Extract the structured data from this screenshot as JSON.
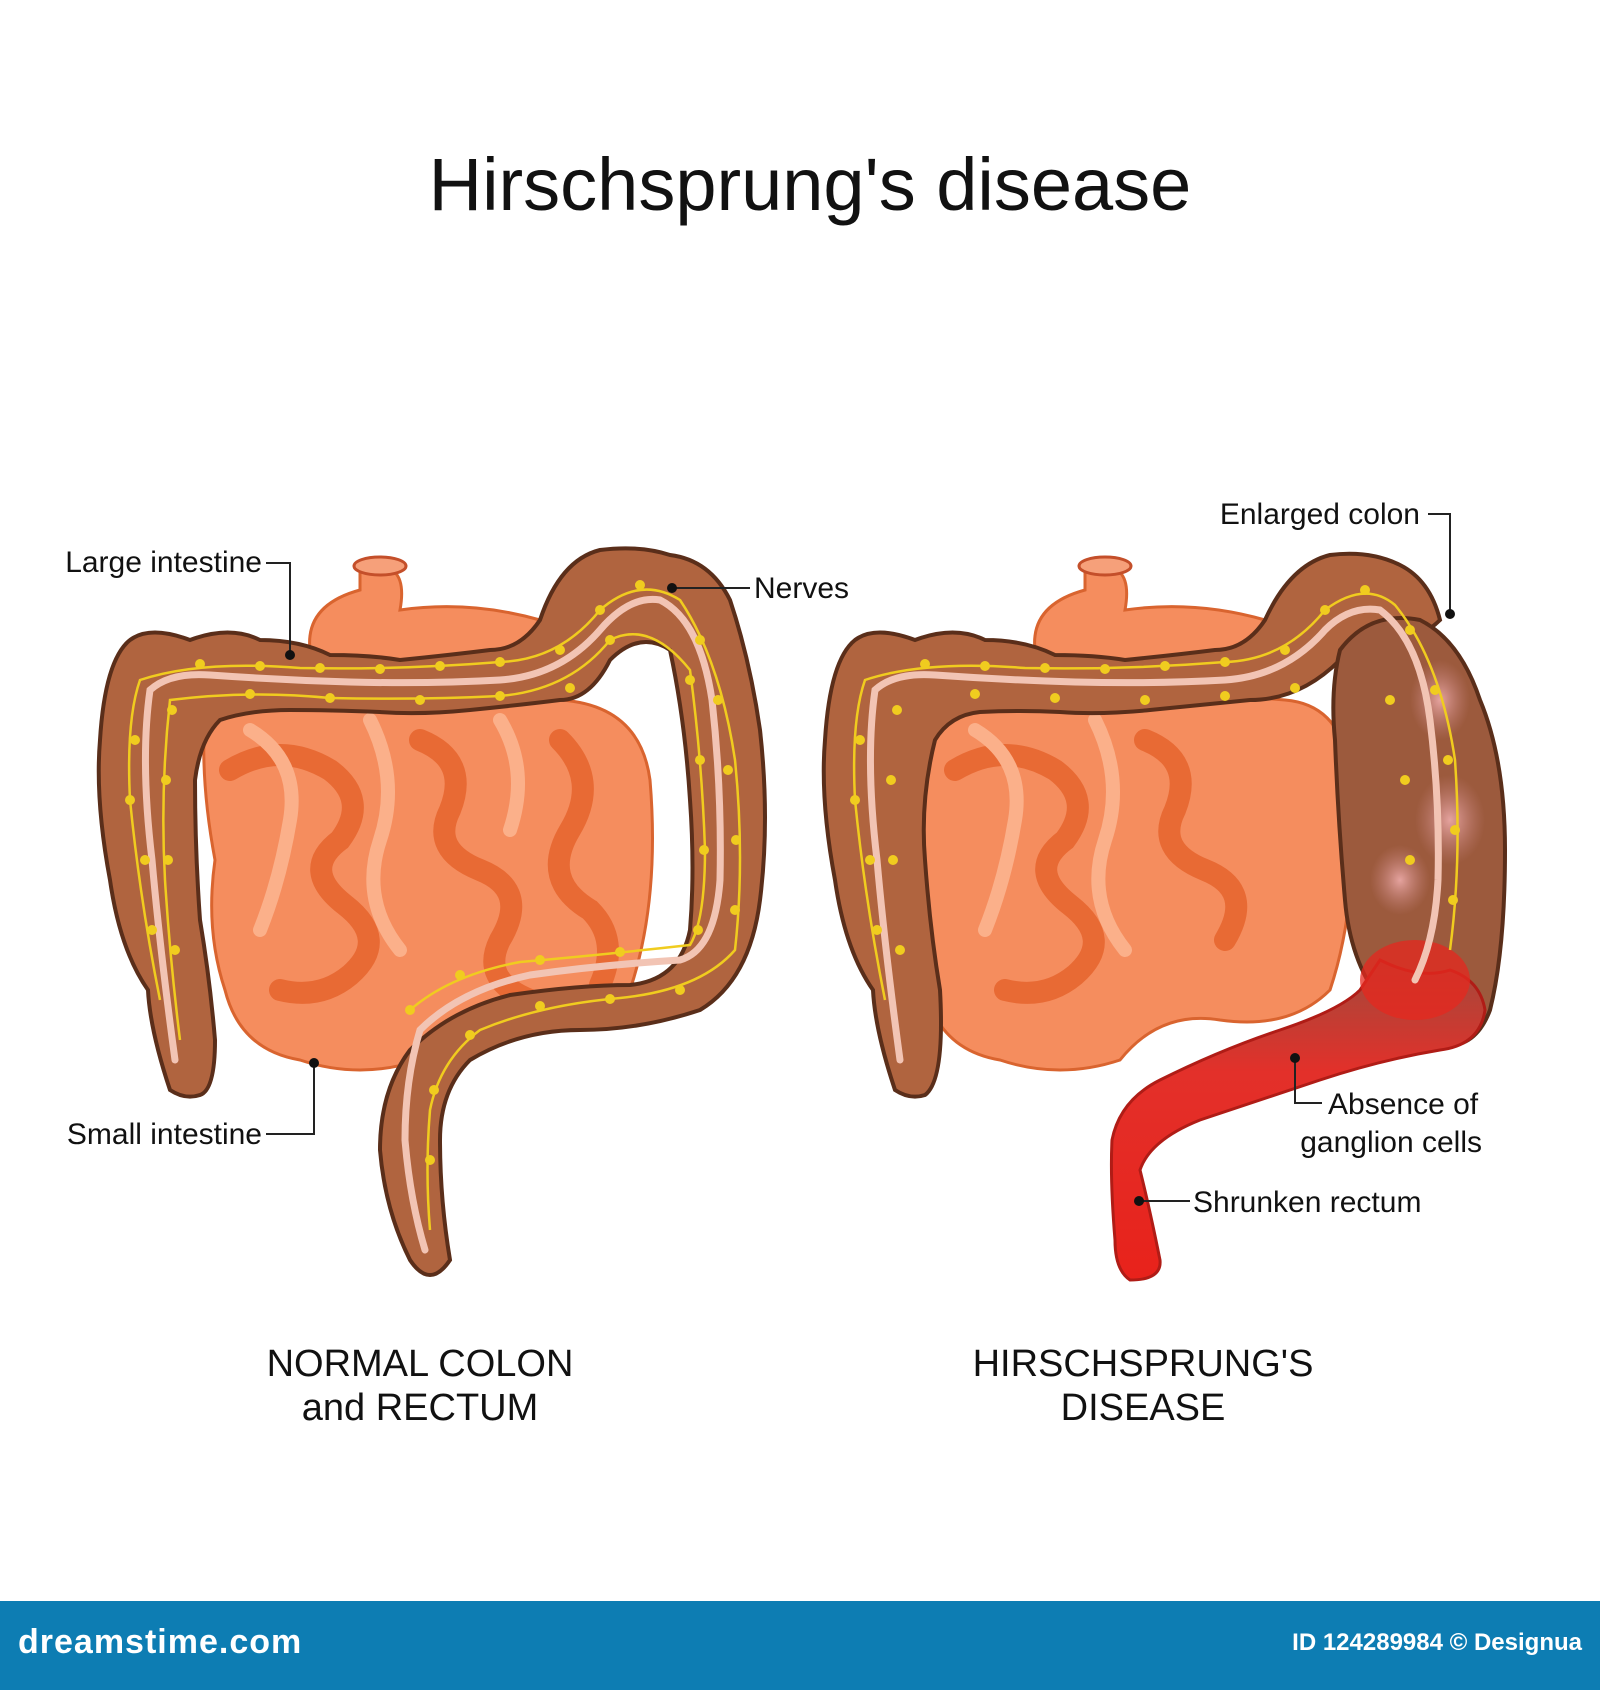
{
  "title": "Hirschsprung's disease",
  "normal": {
    "caption_line1": "NORMAL COLON",
    "caption_line2": "and RECTUM",
    "labels": {
      "large_intestine": "Large intestine",
      "nerves": "Nerves",
      "small_intestine": "Small intestine"
    }
  },
  "disease": {
    "caption_line1": "HIRSCHSPRUNG'S",
    "caption_line2": "DISEASE",
    "labels": {
      "enlarged_colon": "Enlarged colon",
      "absence_line1": "Absence of",
      "absence_line2": "ganglion cells",
      "shrunken_rectum": "Shrunken rectum"
    }
  },
  "footer": {
    "brand": "dreamstime.com",
    "id_text": "ID 124289984",
    "author": "© Designua"
  },
  "colors": {
    "colon": "#b0643f",
    "colon_outline": "#5a2e1a",
    "small_intestine": "#f58d5e",
    "small_intestine_dark": "#e86a34",
    "nerve": "#f0cc1f",
    "rectum_red": "#e6281f",
    "footer_bg": "#0d7db3"
  }
}
